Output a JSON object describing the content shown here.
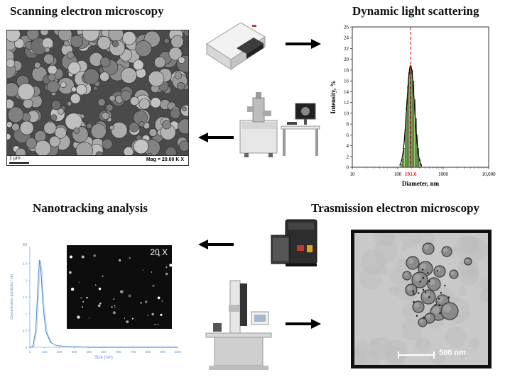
{
  "titles": {
    "sem": "Scanning electron microscopy",
    "dls": "Dynamic light scattering",
    "nta": "Nanotracking analysis",
    "tem": "Trasmission electron microscopy"
  },
  "sem_image": {
    "scale_bar": "1 μm",
    "magnification": "Mag =  20.00 K X"
  },
  "dls_chart": {
    "ylabel": "Intensity, %",
    "xlabel": "Diameter, nm",
    "peak_label": "191.6"
  },
  "nta_chart": {
    "ylabel": "Concentration (particles / ml)",
    "xlabel": "Size (nm)",
    "y_exponent": "E6",
    "magnification": "20 X"
  },
  "tem_image": {
    "scale_bar": "500 nm"
  },
  "colors": {
    "dls_bars": "#9fd47a",
    "dls_peak_line": "#e02020",
    "nta_curve": "#5b8fd0"
  },
  "chart_data": [
    {
      "type": "bar",
      "xscale": "log",
      "xlabel": "Diameter, nm",
      "ylabel": "Intensity, %",
      "xlim": [
        10,
        10000
      ],
      "ylim": [
        0,
        26
      ],
      "x_ticks": [
        "10",
        "100",
        "1000",
        "10,000"
      ],
      "y_ticks": [
        0,
        2,
        4,
        6,
        8,
        10,
        12,
        14,
        16,
        18,
        20,
        22,
        24,
        26
      ],
      "x": [
        120,
        130,
        140,
        150,
        160,
        170,
        180,
        191.6,
        205,
        220,
        235,
        250,
        265,
        280,
        300,
        320
      ],
      "values": [
        0.5,
        1.5,
        3.5,
        7,
        11,
        15,
        17.5,
        18.8,
        18,
        16,
        12.5,
        9,
        6,
        3.5,
        1.5,
        0.5
      ],
      "peak": 191.6,
      "fit_curve": "gaussian"
    },
    {
      "type": "line",
      "xlabel": "Size (nm)",
      "ylabel": "Concentration (particles / ml)",
      "y_exponent": "E6",
      "xlim": [
        0,
        1000
      ],
      "ylim": [
        0,
        3
      ],
      "x_ticks": [
        0,
        100,
        200,
        300,
        400,
        500,
        600,
        700,
        800,
        900,
        1000
      ],
      "y_ticks": [
        0,
        0.5,
        1,
        1.5,
        2,
        2.5
      ],
      "x": [
        0,
        20,
        40,
        55,
        65,
        75,
        90,
        110,
        140,
        180,
        250,
        400,
        1000
      ],
      "values": [
        0,
        0.02,
        0.5,
        1.8,
        2.6,
        2.3,
        1.2,
        0.45,
        0.15,
        0.05,
        0.02,
        0,
        0
      ]
    }
  ]
}
